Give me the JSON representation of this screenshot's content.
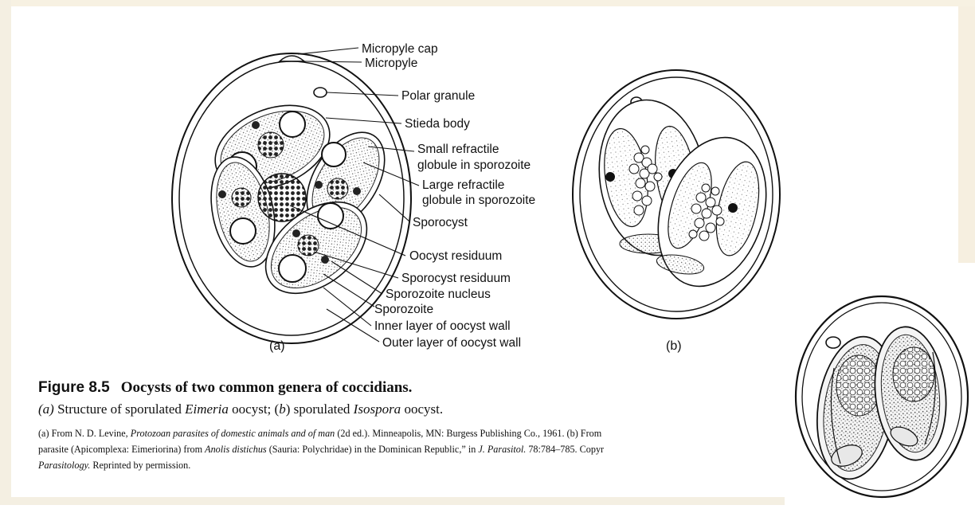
{
  "figure": {
    "labels_a": [
      "Micropyle cap",
      "Micropyle",
      "Polar granule",
      "Stieda body",
      "Small refractile",
      "globule in sporozoite",
      "Large refractile",
      "globule in sporozoite",
      "Sporocyst",
      "Oocyst residuum",
      "Sporocyst residuum",
      "Sporozoite nucleus",
      "Sporozoite",
      "Inner layer of oocyst wall",
      "Outer layer of oocyst wall"
    ],
    "sublabel_a": "(a)",
    "sublabel_b": "(b)"
  },
  "caption": {
    "number": "Figure 8.5",
    "title": "Oocysts of two common genera of coccidians.",
    "line1": {
      "a": "(a)",
      "t1": " Structure of sporulated ",
      "genus1": "Eimeria",
      "t2": " oocyst; (",
      "b": "b",
      "t3": ") sporulated ",
      "genus2": "Isospora",
      "t4": " oocyst."
    },
    "credits": {
      "line1_a": "(a) From N. D. Levine, ",
      "line1_book": "Protozoan parasites of domestic animals and of man",
      "line1_b": " (2d ed.). Minneapolis, MN: Burgess Publishing Co., 1961. (b) From",
      "line2_a": "parasite (Apicomplexa: Eimeriorina) from ",
      "line2_species": "Anolis distichus",
      "line2_b": " (Sauria: Polychridae) in the Dominican Republic,” in ",
      "line2_journal": "J. Parasitol.",
      "line2_c": " 78:784–785. Copyr",
      "line3_journal": "Parasitology.",
      "line3_b": " Reprinted by permission."
    }
  }
}
